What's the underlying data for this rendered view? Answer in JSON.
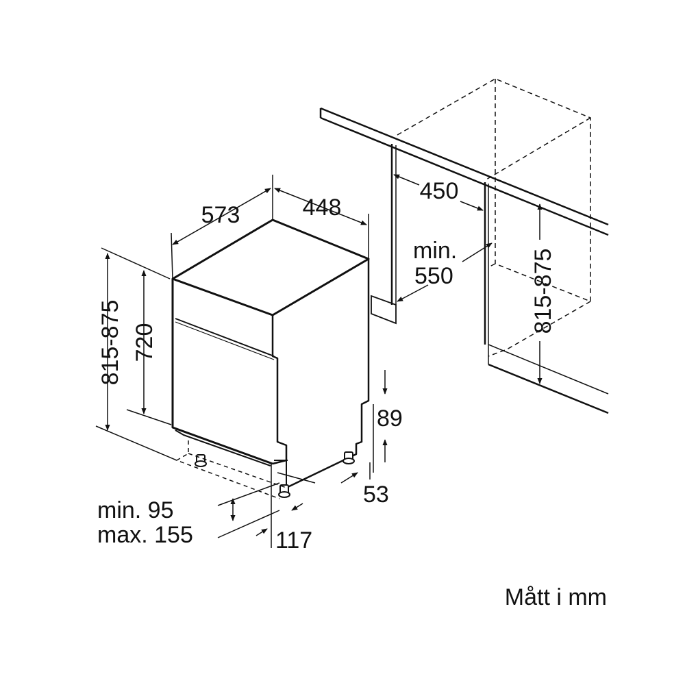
{
  "labels": {
    "depth": "573",
    "width": "448",
    "niche_depth": "450",
    "niche_min_label": "min.",
    "niche_min_value": "550",
    "total_height_left": "815-875",
    "body_height": "720",
    "niche_height": "815-875",
    "plinth_top": "89",
    "plinth_bottom": "53",
    "plinth_depth_min": "min. 95",
    "plinth_depth_max": "max. 155",
    "plinth_setback": "117",
    "units_note": "Mått i mm"
  },
  "colors": {
    "line": "#111111",
    "background": "#ffffff"
  }
}
